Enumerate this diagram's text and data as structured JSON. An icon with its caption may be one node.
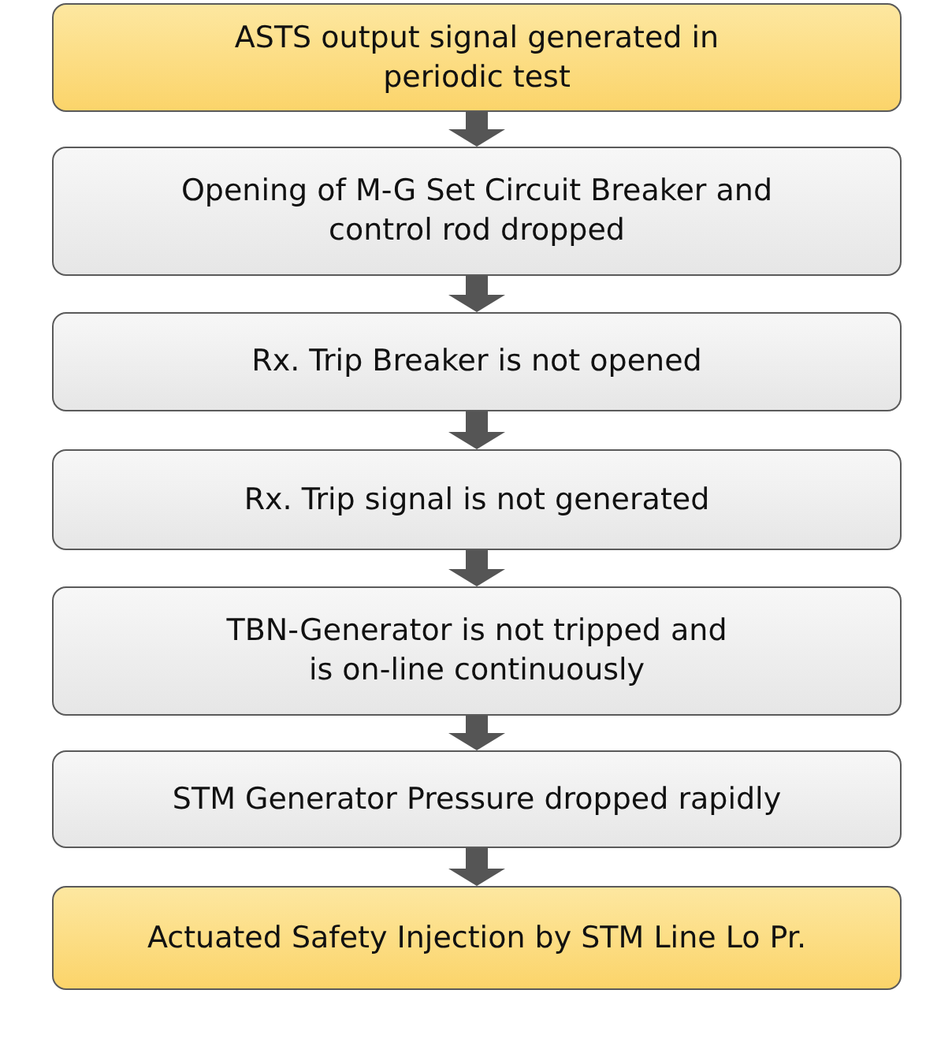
{
  "diagram": {
    "nodes": [
      {
        "text": [
          "ASTS output signal generated in periodic test"
        ]
      },
      {
        "text": [
          "Opening of M-G Set Circuit Breaker and control rod dropped"
        ]
      },
      {
        "text": [
          "Rx. Trip Breaker is not opened"
        ]
      },
      {
        "text": [
          "Rx. Trip signal is not generated"
        ]
      },
      {
        "text": [
          "TBN-Generator is not tripped and is on-line continuously"
        ]
      },
      {
        "text": [
          "STM Generator Pressure dropped rapidly"
        ]
      },
      {
        "text": [
          "Actuated Safety Injection by STM Line Lo Pr."
        ]
      }
    ],
    "edges": [
      {
        "from": 0,
        "to": 1,
        "arrow": "to"
      },
      {
        "from": 1,
        "to": 2,
        "arrow": "to"
      },
      {
        "from": 2,
        "to": 3,
        "arrow": "to"
      },
      {
        "from": 3,
        "to": 4,
        "arrow": "to"
      },
      {
        "from": 4,
        "to": 5,
        "arrow": "to"
      },
      {
        "from": 5,
        "to": 6,
        "arrow": "to"
      }
    ]
  }
}
